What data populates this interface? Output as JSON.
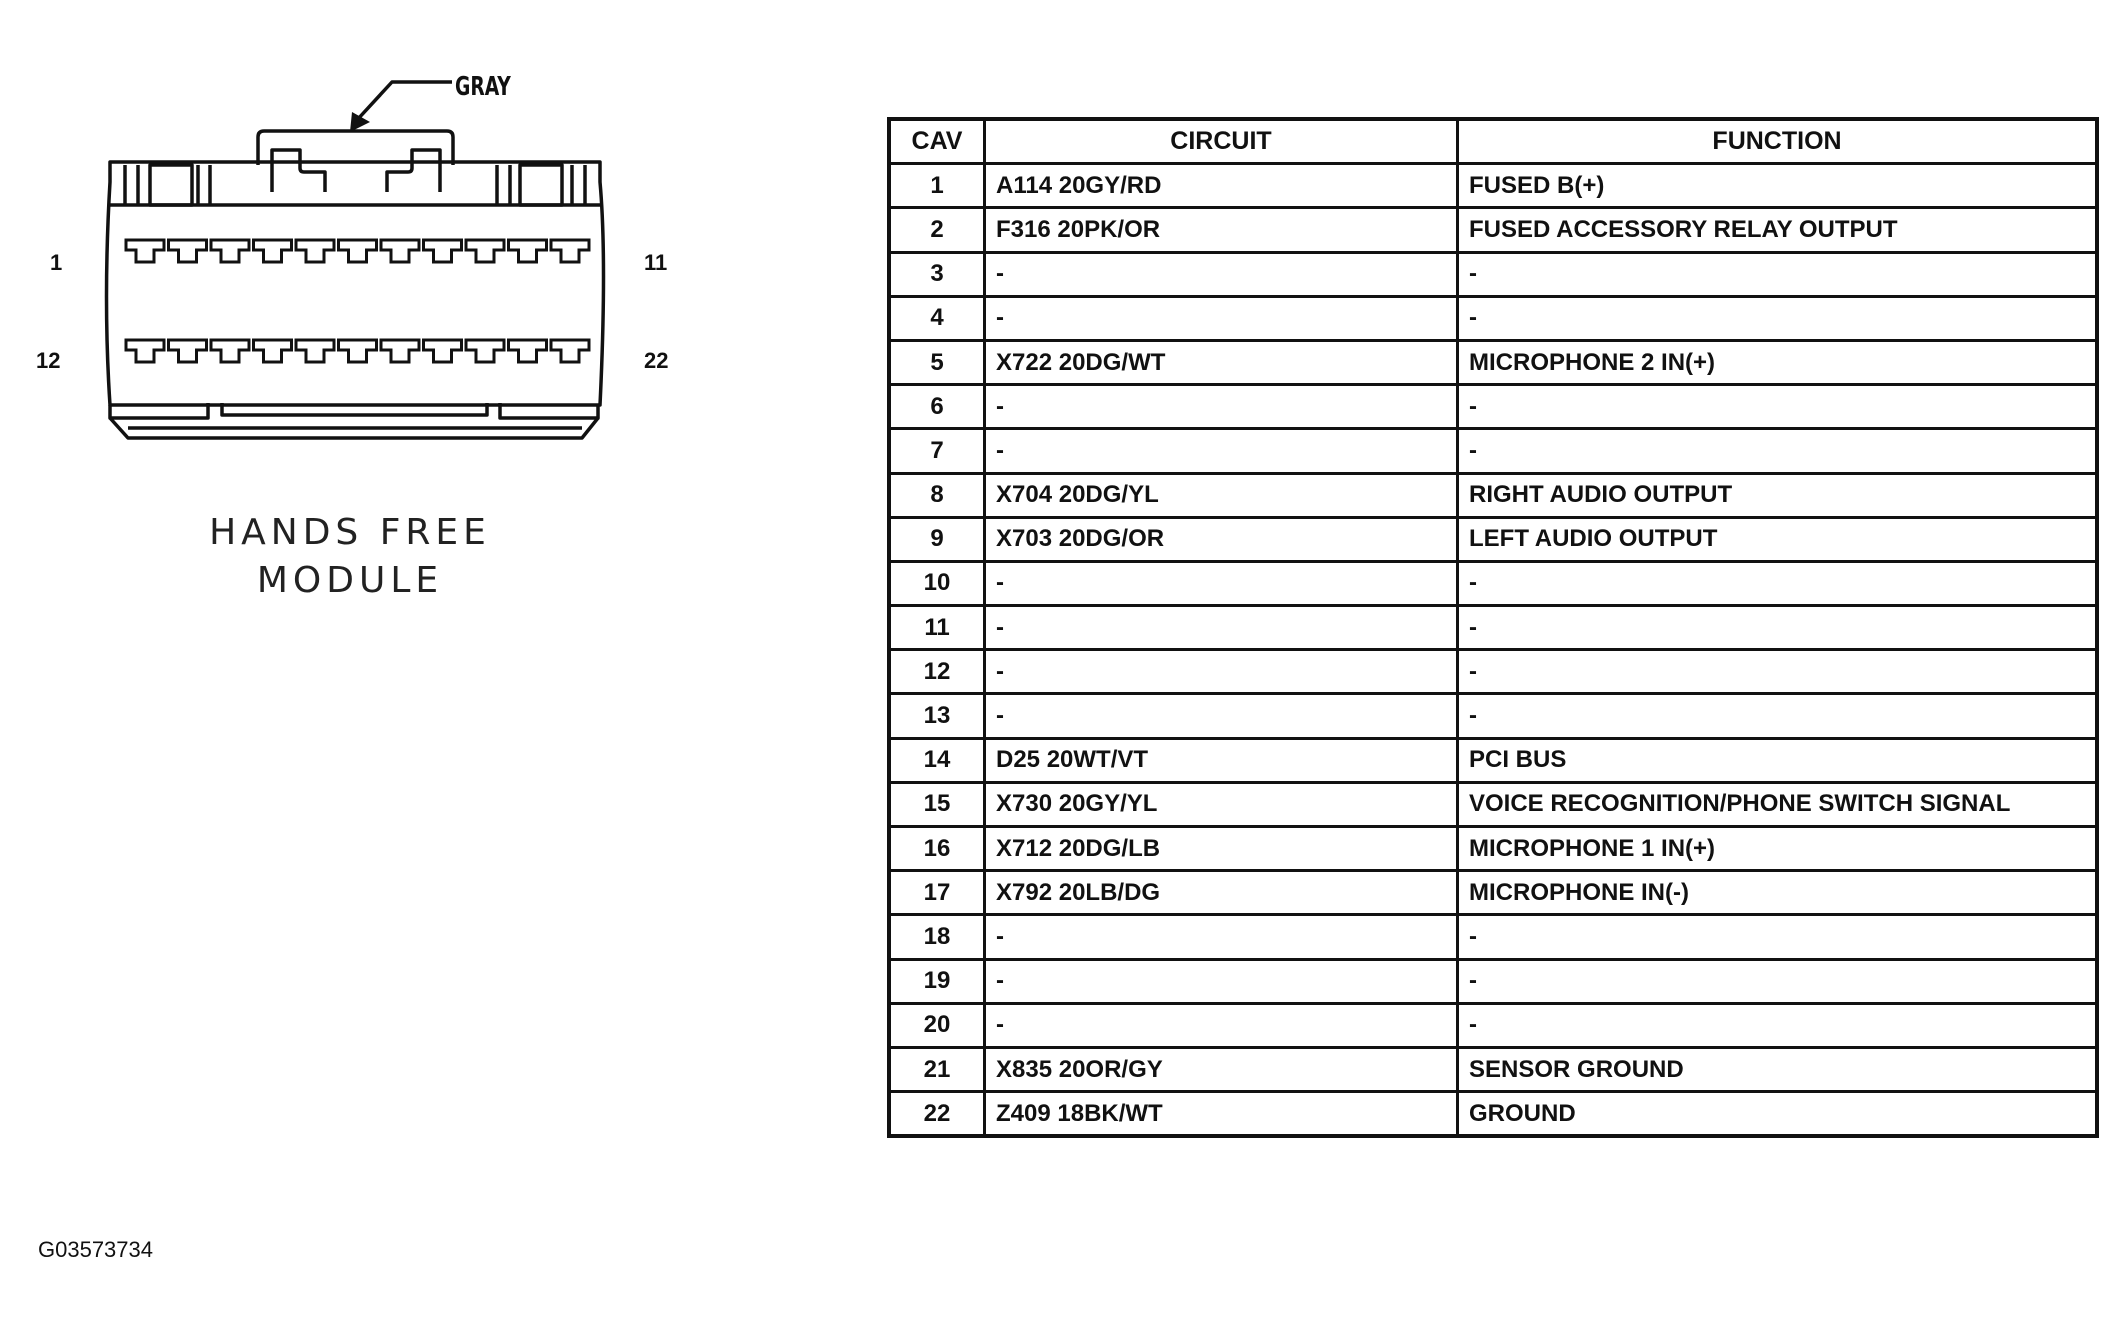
{
  "connector": {
    "color_label": "GRAY",
    "pin_labels": {
      "top_left": "1",
      "top_right": "11",
      "bottom_left": "12",
      "bottom_right": "22"
    },
    "caption_line1": "HANDS FREE",
    "caption_line2": "MODULE"
  },
  "table": {
    "headers": {
      "cav": "CAV",
      "circuit": "CIRCUIT",
      "function": "FUNCTION"
    },
    "rows": [
      {
        "cav": "1",
        "circuit": "A114 20GY/RD",
        "function": "FUSED B(+)"
      },
      {
        "cav": "2",
        "circuit": "F316 20PK/OR",
        "function": "FUSED ACCESSORY RELAY OUTPUT"
      },
      {
        "cav": "3",
        "circuit": "-",
        "function": "-"
      },
      {
        "cav": "4",
        "circuit": "-",
        "function": "-"
      },
      {
        "cav": "5",
        "circuit": "X722 20DG/WT",
        "function": "MICROPHONE 2 IN(+)"
      },
      {
        "cav": "6",
        "circuit": "-",
        "function": "-"
      },
      {
        "cav": "7",
        "circuit": "-",
        "function": "-"
      },
      {
        "cav": "8",
        "circuit": "X704 20DG/YL",
        "function": "RIGHT AUDIO OUTPUT"
      },
      {
        "cav": "9",
        "circuit": "X703 20DG/OR",
        "function": "LEFT AUDIO OUTPUT"
      },
      {
        "cav": "10",
        "circuit": "-",
        "function": "-"
      },
      {
        "cav": "11",
        "circuit": "-",
        "function": "-"
      },
      {
        "cav": "12",
        "circuit": "-",
        "function": "-"
      },
      {
        "cav": "13",
        "circuit": "-",
        "function": "-"
      },
      {
        "cav": "14",
        "circuit": "D25 20WT/VT",
        "function": "PCI BUS"
      },
      {
        "cav": "15",
        "circuit": "X730 20GY/YL",
        "function": "VOICE RECOGNITION/PHONE SWITCH SIGNAL"
      },
      {
        "cav": "16",
        "circuit": "X712 20DG/LB",
        "function": "MICROPHONE 1 IN(+)"
      },
      {
        "cav": "17",
        "circuit": "X792 20LB/DG",
        "function": "MICROPHONE IN(-)"
      },
      {
        "cav": "18",
        "circuit": "-",
        "function": "-"
      },
      {
        "cav": "19",
        "circuit": "-",
        "function": "-"
      },
      {
        "cav": "20",
        "circuit": "-",
        "function": "-"
      },
      {
        "cav": "21",
        "circuit": "X835 20OR/GY",
        "function": "SENSOR GROUND"
      },
      {
        "cav": "22",
        "circuit": "Z409 18BK/WT",
        "function": "GROUND"
      }
    ]
  },
  "footer": {
    "doc_id": "G03573734"
  }
}
